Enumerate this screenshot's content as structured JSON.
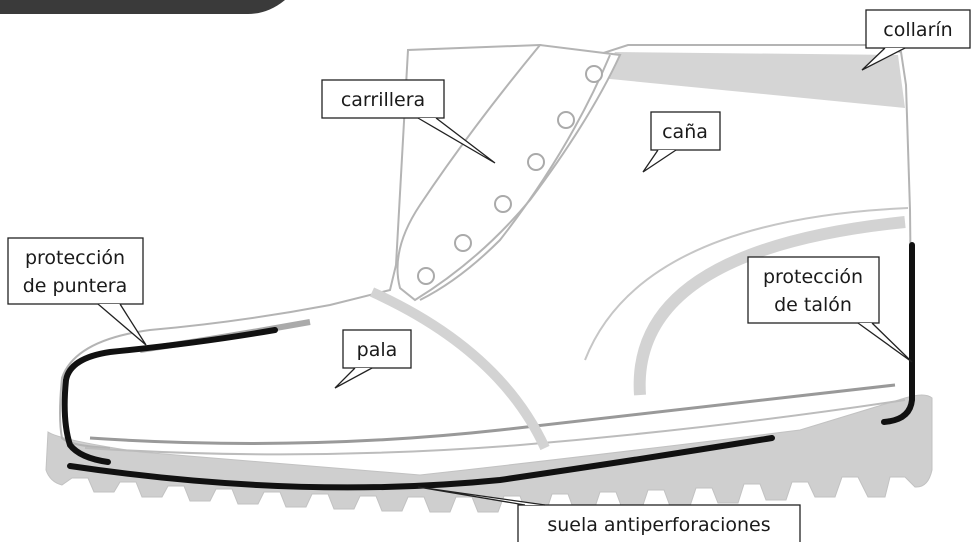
{
  "colors": {
    "outline": "#b4b4b4",
    "sole": "#cfcfcf",
    "reinforcement": "#d3d3d3",
    "protection": "#111111",
    "label_border": "#222222"
  },
  "labels": {
    "collarin": "collarín",
    "carrillera": "carrillera",
    "cana": "caña",
    "proteccion_puntera_1": "protección",
    "proteccion_puntera_2": "de puntera",
    "proteccion_talon_1": "protección",
    "proteccion_talon_2": "de talón",
    "pala": "pala",
    "suela": "suela antiperforaciones"
  }
}
